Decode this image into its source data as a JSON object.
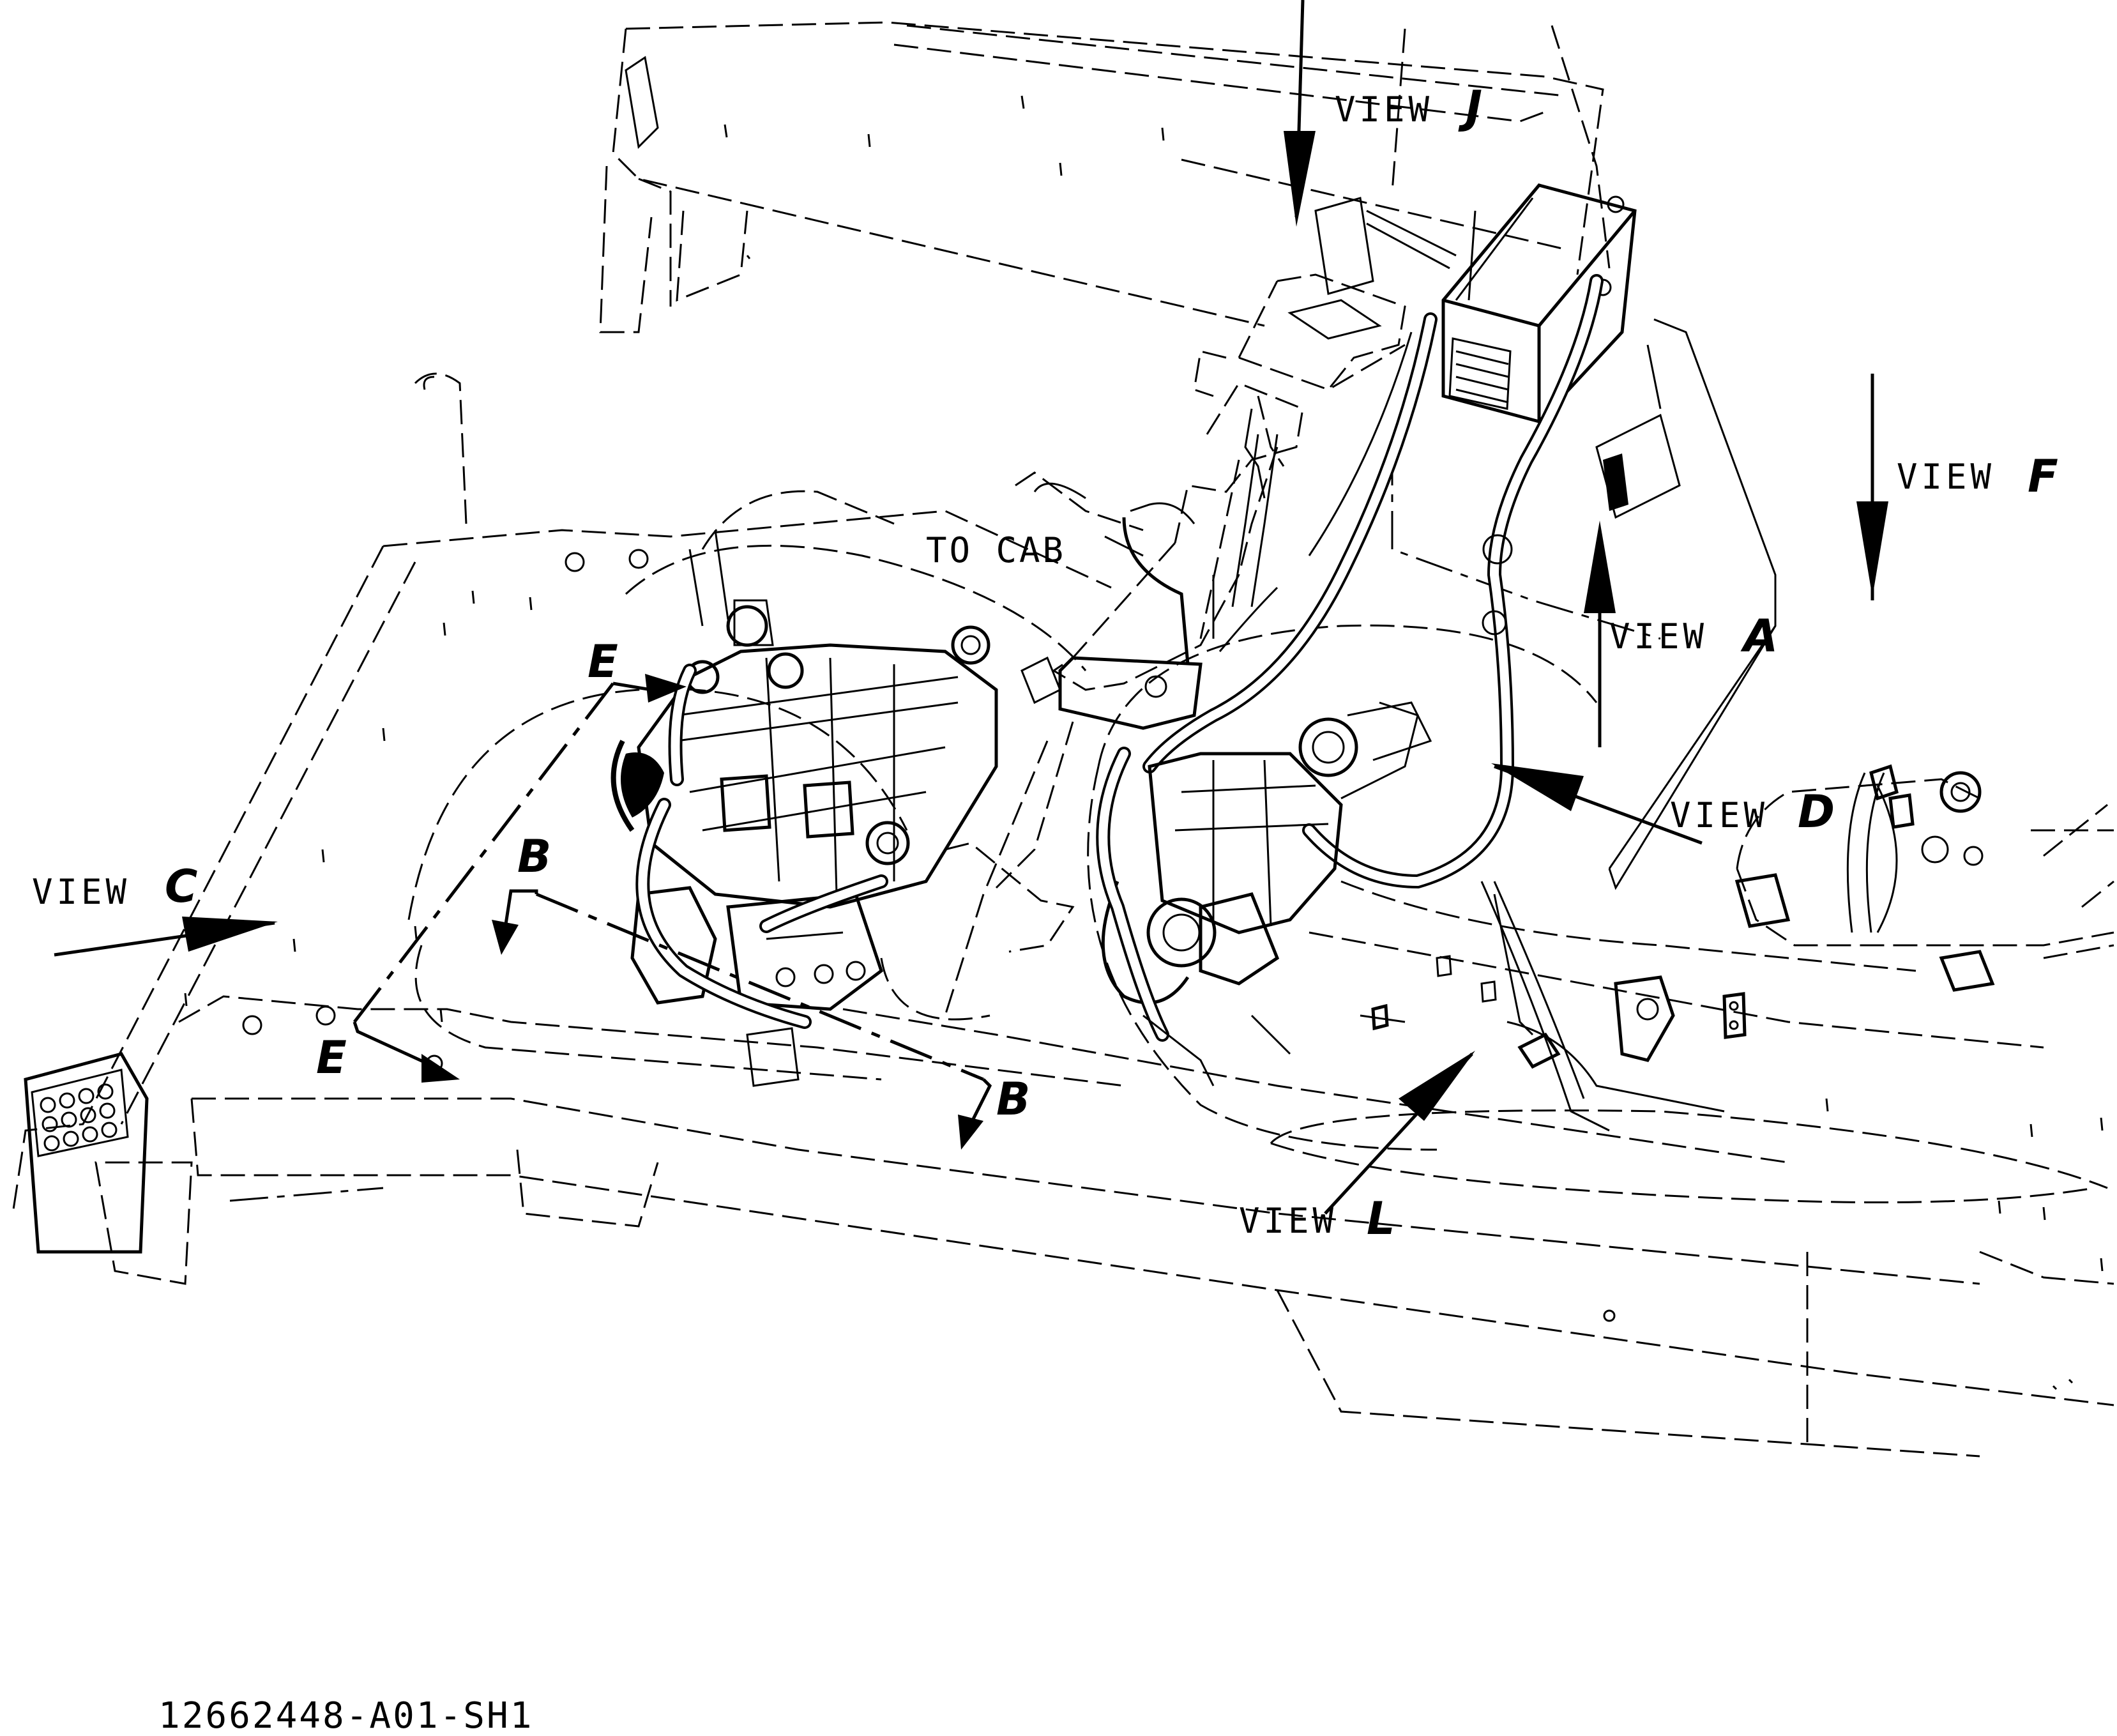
{
  "drawing": {
    "document_number": "12662448-A01-SH1",
    "callouts": {
      "view_word": "VIEW",
      "view_j": "J",
      "view_f": "F",
      "view_a": "A",
      "view_d": "D",
      "view_c": "C",
      "view_l": "L",
      "to_cab": "TO CAB",
      "section_b": "B",
      "section_e": "E"
    }
  }
}
